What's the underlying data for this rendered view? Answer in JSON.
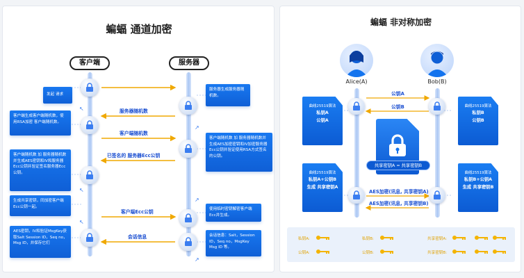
{
  "left": {
    "title": "蝙蝠 通道加密",
    "client": "客户端",
    "server": "服务器",
    "tips_left": [
      "发起 请求",
      "客户端生成客户端随机数，使用RSA加密 客户端随机数。",
      "客户端随机数 加 服务器随机数并生成AES密钥和IV和服务器Ecc公钥并验证签名服务器Ecc公钥。",
      "生成共享密钥，同加密客户端Ecc公钥一起。",
      "AES密钥，IV和验证MsgKey获取Salt Session ID，Seq no，Msg ID，并保存它们"
    ],
    "tips_right": [
      "服务器生成服务器随机数。",
      "客户端随机数 加 服务器随机数并生成AES加密密钥和IV加密服务器Ecc公钥并验证使用RSA方式签名的公钥。",
      "使用临时密钥解密客户端Ecc并生成。",
      "会话信息：Salt，Session ID，Seq no，MsgKey Msg ID 等。"
    ],
    "arrows": [
      "服务器随机数",
      "客户端随机数",
      "已签名的 服务器Ecc公钥",
      "客户端Ecc公钥",
      "会话信息"
    ]
  },
  "right": {
    "title": "蝙蝠 非对称加密",
    "alice": "Alice(A)",
    "bob": "Bob(B)",
    "arrows": [
      "公钥A",
      "公钥B",
      "AES加密(讯息, 共享密钥A)",
      "AES加密(讯息, 共享密钥B)"
    ],
    "shared": "共享密钥A = 共享密钥B",
    "cards": {
      "a1": {
        "alg": "曲线25519算法",
        "l1": "私钥A",
        "l2": "公钥A"
      },
      "b1": {
        "alg": "曲线25519算法",
        "l1": "私钥B",
        "l2": "公钥B"
      },
      "a2": {
        "alg": "曲线25519算法",
        "l1": "私钥A+公钥B",
        "l2": "生成 共享密钥A"
      },
      "b2": {
        "alg": "曲线25519算法",
        "l1": "私钥B+公钥A",
        "l2": "生成 共享密钥B"
      }
    },
    "legend": [
      "私钥A:",
      "私钥B:",
      "共享密钥A:",
      "公钥A:",
      "公钥B:",
      "共享密钥B:"
    ]
  },
  "colors": {
    "blue": "#1474ee",
    "gold": "#f4b400",
    "arrow": "#f0a800"
  }
}
